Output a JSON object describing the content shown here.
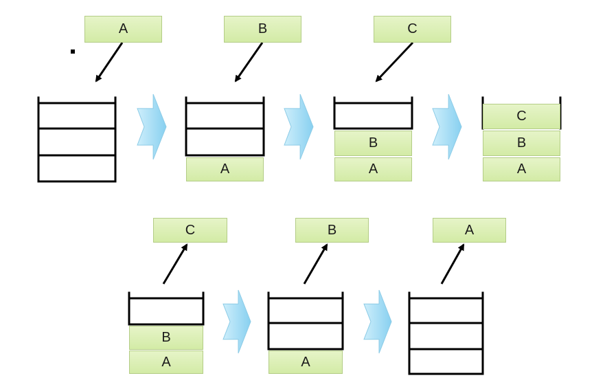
{
  "push_sequence": [
    {
      "incoming": "A",
      "contents": []
    },
    {
      "incoming": "B",
      "contents": [
        "A"
      ]
    },
    {
      "incoming": "C",
      "contents": [
        "A",
        "B"
      ]
    },
    {
      "incoming": "",
      "contents": [
        "A",
        "B",
        "C"
      ]
    }
  ],
  "pop_sequence": [
    {
      "outgoing": "C",
      "contents": [
        "A",
        "B"
      ]
    },
    {
      "outgoing": "B",
      "contents": [
        "A"
      ]
    },
    {
      "outgoing": "A",
      "contents": []
    }
  ]
}
